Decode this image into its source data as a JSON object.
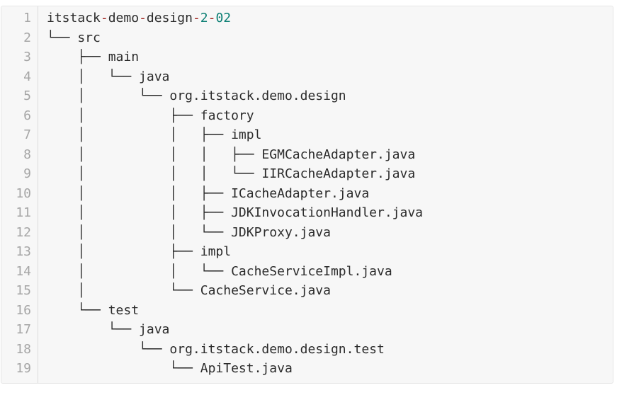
{
  "page": {
    "background": "#ffffff"
  },
  "code_block": {
    "background": "#f7f7f7",
    "border_color": "#e6e6e6",
    "separator_color": "#dcdcdc",
    "line_number_color": "#a6a6a6",
    "text_color": "#2b2b2b",
    "token_colors": {
      "dash": "#9f211c",
      "number": "#0c7f74"
    },
    "lines": [
      {
        "n": "1",
        "segments": [
          {
            "type": "plain",
            "text": "itstack"
          },
          {
            "type": "dash",
            "text": "-"
          },
          {
            "type": "plain",
            "text": "demo"
          },
          {
            "type": "dash",
            "text": "-"
          },
          {
            "type": "plain",
            "text": "design"
          },
          {
            "type": "dash",
            "text": "-"
          },
          {
            "type": "number",
            "text": "2"
          },
          {
            "type": "dash",
            "text": "-"
          },
          {
            "type": "number",
            "text": "02"
          }
        ]
      },
      {
        "n": "2",
        "segments": [
          {
            "type": "plain",
            "text": "└── src"
          }
        ]
      },
      {
        "n": "3",
        "segments": [
          {
            "type": "plain",
            "text": "    ├── main"
          }
        ]
      },
      {
        "n": "4",
        "segments": [
          {
            "type": "plain",
            "text": "    │   └── java"
          }
        ]
      },
      {
        "n": "5",
        "segments": [
          {
            "type": "plain",
            "text": "    │       └── org.itstack.demo.design"
          }
        ]
      },
      {
        "n": "6",
        "segments": [
          {
            "type": "plain",
            "text": "    │           ├── factory"
          }
        ]
      },
      {
        "n": "7",
        "segments": [
          {
            "type": "plain",
            "text": "    │           │   ├── impl"
          }
        ]
      },
      {
        "n": "8",
        "segments": [
          {
            "type": "plain",
            "text": "    │           │   │   ├── EGMCacheAdapter.java"
          }
        ]
      },
      {
        "n": "9",
        "segments": [
          {
            "type": "plain",
            "text": "    │           │   │   └── IIRCacheAdapter.java"
          }
        ]
      },
      {
        "n": "10",
        "segments": [
          {
            "type": "plain",
            "text": "    │           │   ├── ICacheAdapter.java"
          }
        ]
      },
      {
        "n": "11",
        "segments": [
          {
            "type": "plain",
            "text": "    │           │   ├── JDKInvocationHandler.java"
          }
        ]
      },
      {
        "n": "12",
        "segments": [
          {
            "type": "plain",
            "text": "    │           │   └── JDKProxy.java"
          }
        ]
      },
      {
        "n": "13",
        "segments": [
          {
            "type": "plain",
            "text": "    │           ├── impl"
          }
        ]
      },
      {
        "n": "14",
        "segments": [
          {
            "type": "plain",
            "text": "    │           │   └── CacheServiceImpl.java"
          }
        ]
      },
      {
        "n": "15",
        "segments": [
          {
            "type": "plain",
            "text": "    │           └── CacheService.java"
          }
        ]
      },
      {
        "n": "16",
        "segments": [
          {
            "type": "plain",
            "text": "    └── test"
          }
        ]
      },
      {
        "n": "17",
        "segments": [
          {
            "type": "plain",
            "text": "        └── java"
          }
        ]
      },
      {
        "n": "18",
        "segments": [
          {
            "type": "plain",
            "text": "            └── org.itstack.demo.design.test"
          }
        ]
      },
      {
        "n": "19",
        "segments": [
          {
            "type": "plain",
            "text": "                └── ApiTest.java"
          }
        ]
      }
    ]
  }
}
